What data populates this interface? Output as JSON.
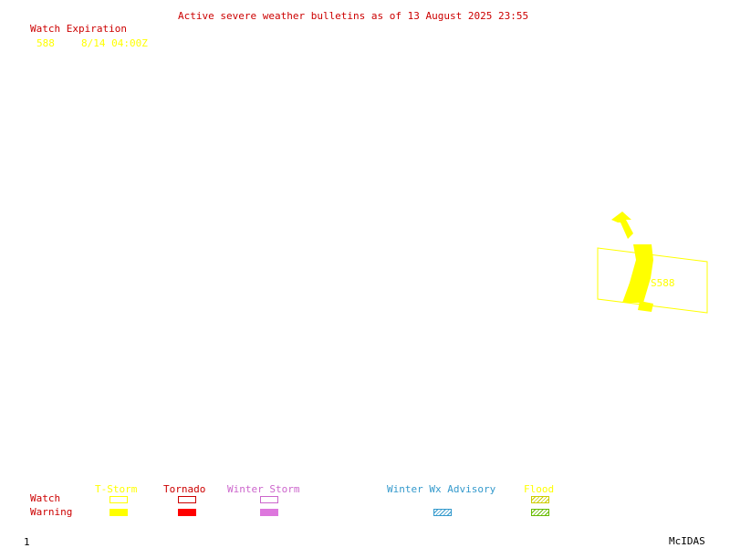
{
  "header": {
    "title": "Active severe weather bulletins as of 13 August 2025 23:55"
  },
  "watch_expiration": {
    "heading": "Watch Expiration",
    "entries": [
      {
        "id": "588",
        "expires": "8/14 04:00Z"
      }
    ]
  },
  "map": {
    "watch_label": "S588"
  },
  "legend": {
    "row_labels": {
      "watch": "Watch",
      "warning": "Warning"
    },
    "categories": [
      {
        "name": "T-Storm",
        "color": "#ffff00",
        "watch_style": "outline",
        "warning_style": "filled"
      },
      {
        "name": "Tornado",
        "color": "#ff0000",
        "watch_style": "outline",
        "warning_style": "filled"
      },
      {
        "name": "Winter Storm",
        "color": "#cc66cc",
        "watch_style": "outline",
        "warning_style": "filled"
      },
      {
        "name": "Winter Wx Advisory",
        "color": "#3399cc",
        "warning_style": "hatched"
      },
      {
        "name": "Flood",
        "color": "#ccdd00",
        "watch_style": "hatched",
        "warning_style": "hatched"
      }
    ]
  },
  "footer": {
    "page_number": "1",
    "brand": "McIDAS"
  }
}
